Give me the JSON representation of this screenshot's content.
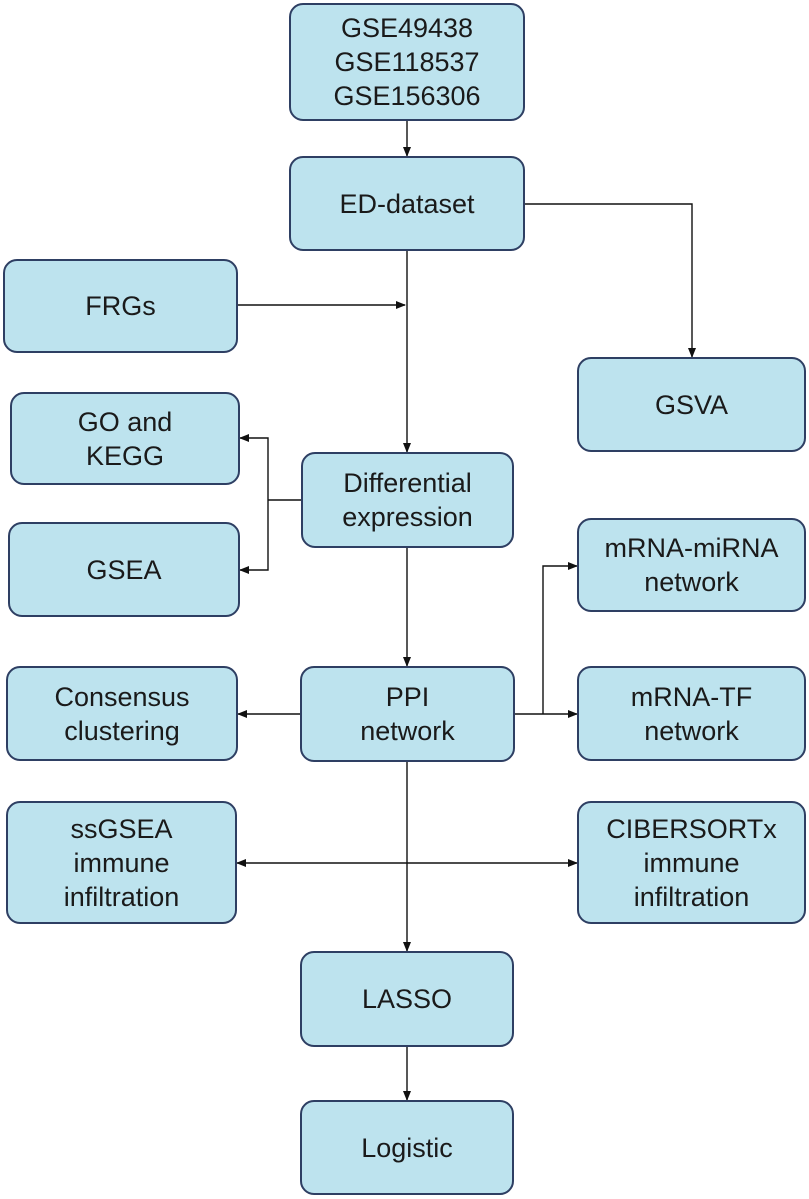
{
  "nodes": {
    "gse": "GSE49438\nGSE118537\nGSE156306",
    "ed_dataset": "ED-dataset",
    "frgs": "FRGs",
    "gsva": "GSVA",
    "go_kegg": "GO and\nKEGG",
    "differential_expression": "Differential\nexpression",
    "gsea": "GSEA",
    "mrna_mirna": "mRNA-miRNA\nnetwork",
    "consensus_clustering": "Consensus\nclustering",
    "ppi_network": "PPI\nnetwork",
    "mrna_tf": "mRNA-TF\nnetwork",
    "ssgsea": "ssGSEA\nimmune\ninfiltration",
    "cibersortx": "CIBERSORTx\nimmune\ninfiltration",
    "lasso": "LASSO",
    "logistic": "Logistic"
  },
  "colors": {
    "box_fill": "#bde3ee",
    "box_border": "#2e3f63",
    "arrow": "#111111"
  }
}
